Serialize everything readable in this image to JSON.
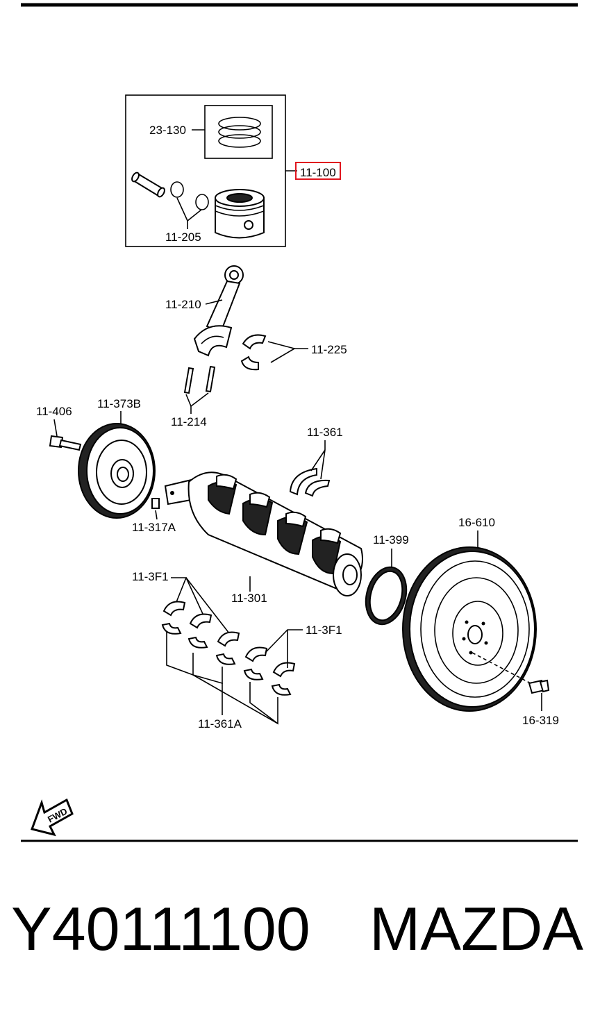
{
  "labels": {
    "piston_rings": "23-130",
    "piston_assy": "11-100",
    "pin_clips": "11-205",
    "conrod": "11-210",
    "conrod_bearing": "11-225",
    "conrod_bolt": "11-214",
    "pulley_bolt": "11-406",
    "pulley": "11-373B",
    "thrust_washer": "11-361",
    "key": "11-317A",
    "main_bearing_upper": "11-3F1",
    "main_bearing_lower": "11-3F1",
    "crankshaft": "11-301",
    "main_bearing_set": "11-361A",
    "rear_seal": "11-399",
    "flywheel": "16-610",
    "flywheel_bolt": "16-319"
  },
  "fwd_label": "FWD",
  "footer": {
    "part_number": "Y40111100",
    "brand": "MAZDA"
  },
  "highlight": {
    "label_key": "piston_assy",
    "color": "#e0141e"
  }
}
